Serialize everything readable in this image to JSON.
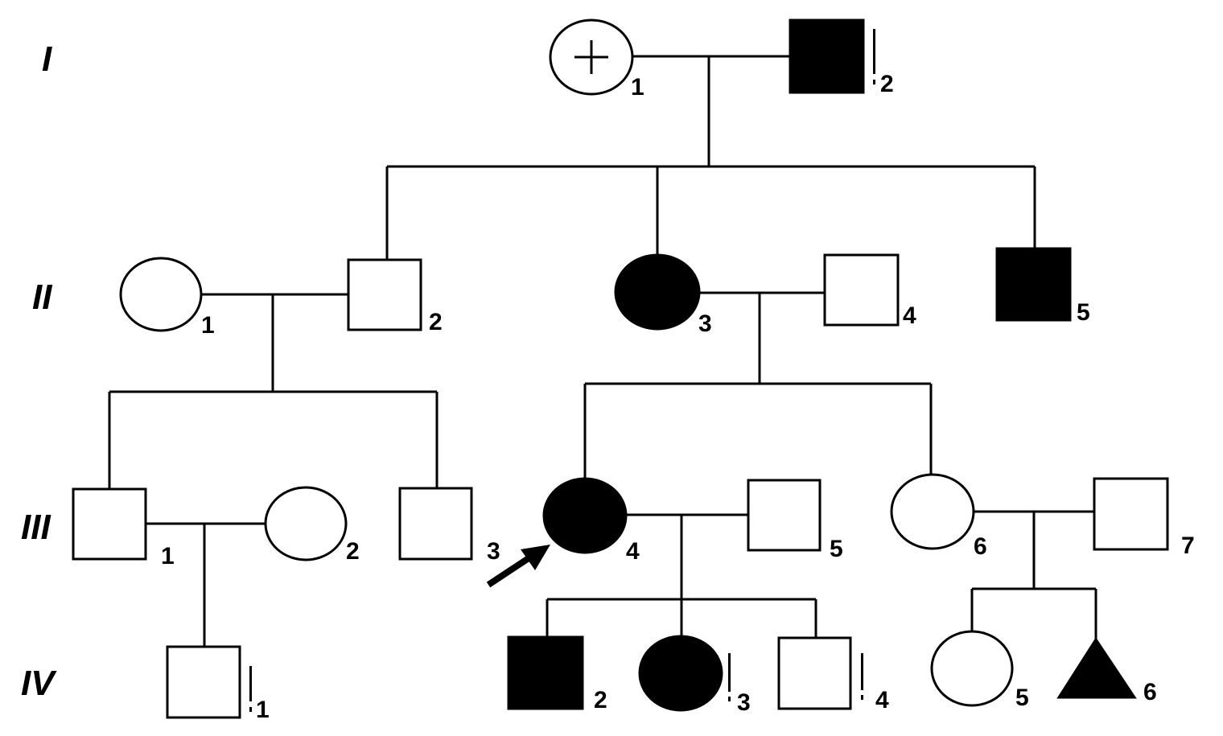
{
  "generations": [
    {
      "label": "I"
    },
    {
      "label": "II"
    },
    {
      "label": "III"
    },
    {
      "label": "IV"
    }
  ],
  "individuals": {
    "I_1": {
      "number": "1",
      "sex": "female",
      "affected": false,
      "marker": "plus"
    },
    "I_2": {
      "number": "2",
      "sex": "male",
      "affected": true,
      "marker": "exclamation"
    },
    "II_1": {
      "number": "1",
      "sex": "female",
      "affected": false
    },
    "II_2": {
      "number": "2",
      "sex": "male",
      "affected": false
    },
    "II_3": {
      "number": "3",
      "sex": "female",
      "affected": true
    },
    "II_4": {
      "number": "4",
      "sex": "male",
      "affected": false
    },
    "II_5": {
      "number": "5",
      "sex": "male",
      "affected": true
    },
    "III_1": {
      "number": "1",
      "sex": "male",
      "affected": false
    },
    "III_2": {
      "number": "2",
      "sex": "female",
      "affected": false
    },
    "III_3": {
      "number": "3",
      "sex": "male",
      "affected": false
    },
    "III_4": {
      "number": "4",
      "sex": "female",
      "affected": true,
      "proband": true
    },
    "III_5": {
      "number": "5",
      "sex": "male",
      "affected": false
    },
    "III_6": {
      "number": "6",
      "sex": "female",
      "affected": false
    },
    "III_7": {
      "number": "7",
      "sex": "male",
      "affected": false
    },
    "IV_1": {
      "number": "1",
      "sex": "male",
      "affected": false,
      "marker": "exclamation"
    },
    "IV_2": {
      "number": "2",
      "sex": "male",
      "affected": true
    },
    "IV_3": {
      "number": "3",
      "sex": "female",
      "affected": true,
      "marker": "exclamation"
    },
    "IV_4": {
      "number": "4",
      "sex": "male",
      "affected": false,
      "marker": "exclamation"
    },
    "IV_5": {
      "number": "5",
      "sex": "female",
      "affected": false
    },
    "IV_6": {
      "number": "6",
      "sex": "unknown-triangle",
      "affected": true
    }
  }
}
